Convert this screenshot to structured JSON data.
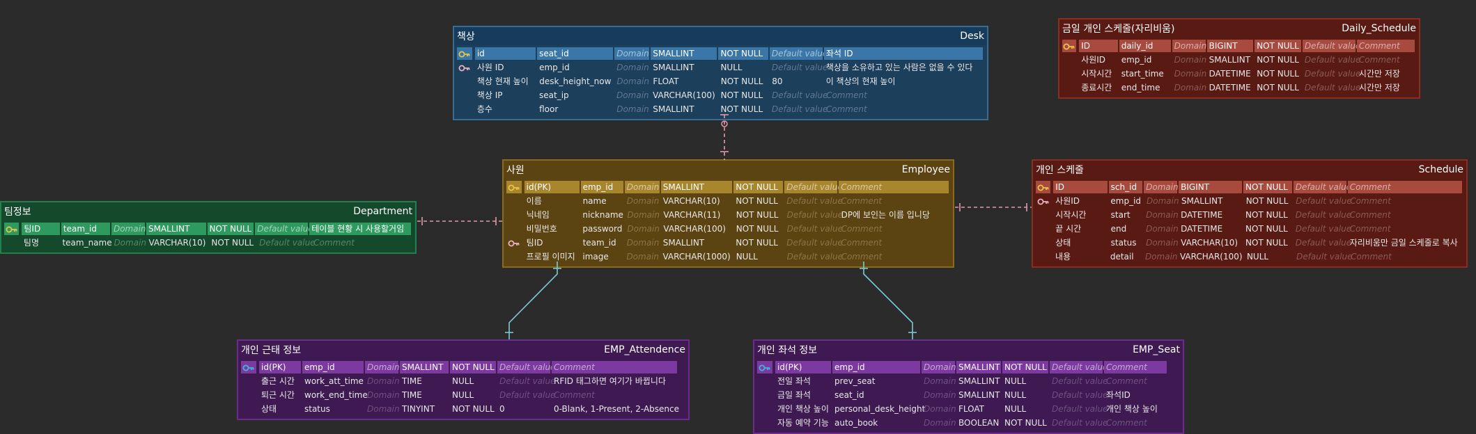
{
  "colors": {
    "background": "#2b2b2b",
    "relation_dashed": "#e29aa8",
    "relation_solid": "#7ccbd6"
  },
  "entities": [
    {
      "id": "desk",
      "ko_name": "책상",
      "en_name": "Desk",
      "theme": {
        "bg": "#1c3f5c",
        "border": "#3a6d93",
        "header": "#173b5a",
        "pkrow": "#3a77a8",
        "text": "#e8e8e8",
        "placeholder": "#5e7892"
      },
      "columns": [
        {
          "key": "pk",
          "ko": "id",
          "name": "seat_id",
          "domain": "Domain",
          "type": "SMALLINT",
          "null": "NOT NULL",
          "default": "Default value",
          "comment": "좌석 ID",
          "comment_ph": false
        },
        {
          "key": "fk",
          "ko": "사원 ID",
          "name": "emp_id",
          "domain": "Domain",
          "type": "SMALLINT",
          "null": "NULL",
          "default": "Default value",
          "comment": "책상을 소유하고 있는 사람은 없을 수 있다",
          "comment_ph": false
        },
        {
          "key": "",
          "ko": "책상 현재 높이",
          "name": "desk_height_now",
          "domain": "Domain",
          "type": "FLOAT",
          "null": "NOT NULL",
          "default": "80",
          "comment": "이 책상의 현재 높이",
          "comment_ph": false,
          "default_real": true
        },
        {
          "key": "",
          "ko": "책상 IP",
          "name": "seat_ip",
          "domain": "Domain",
          "type": "VARCHAR(100)",
          "null": "NOT NULL",
          "default": "Default value",
          "comment": "Comment",
          "comment_ph": true
        },
        {
          "key": "",
          "ko": "층수",
          "name": "floor",
          "domain": "Domain",
          "type": "SMALLINT",
          "null": "NOT NULL",
          "default": "Default value",
          "comment": "Comment",
          "comment_ph": true
        }
      ]
    },
    {
      "id": "daily_schedule",
      "ko_name": "금일 개인 스케줄(자리비움)",
      "en_name": "Daily_Schedule",
      "theme": {
        "bg": "#5a1a14",
        "border": "#8a2c22",
        "header": "#5a1a14",
        "pkrow": "#a84a3e",
        "text": "#e8e8e8",
        "placeholder": "#8a5a52"
      },
      "columns": [
        {
          "key": "pk",
          "ko": "ID",
          "name": "daily_id",
          "domain": "Domain",
          "type": "BIGINT",
          "null": "NOT NULL",
          "default": "Default value",
          "comment": "Comment",
          "comment_ph": true
        },
        {
          "key": "",
          "ko": "사원ID",
          "name": "emp_id",
          "domain": "Domain",
          "type": "SMALLINT",
          "null": "NOT NULL",
          "default": "Default value",
          "comment": "Comment",
          "comment_ph": true
        },
        {
          "key": "",
          "ko": "시작시간",
          "name": "start_time",
          "domain": "Domain",
          "type": "DATETIME",
          "null": "NOT NULL",
          "default": "Default value",
          "comment": "시간만 저장",
          "comment_ph": false
        },
        {
          "key": "",
          "ko": "종료시간",
          "name": "end_time",
          "domain": "Domain",
          "type": "DATETIME",
          "null": "NOT NULL",
          "default": "Default value",
          "comment": "시간만 저장",
          "comment_ph": false
        }
      ]
    },
    {
      "id": "employee",
      "ko_name": "사원",
      "en_name": "Employee",
      "theme": {
        "bg": "#5c4412",
        "border": "#8c6a1c",
        "header": "#5c4412",
        "pkrow": "#a8862e",
        "text": "#e8e8e8",
        "placeholder": "#8a7448"
      },
      "columns": [
        {
          "key": "pk",
          "ko": "id(PK)",
          "name": "emp_id",
          "domain": "Domain",
          "type": "SMALLINT",
          "null": "NOT NULL",
          "default": "Default value",
          "comment": "Comment",
          "comment_ph": true
        },
        {
          "key": "",
          "ko": "이름",
          "name": "name",
          "domain": "Domain",
          "type": "VARCHAR(10)",
          "null": "NOT NULL",
          "default": "Default value",
          "comment": "Comment",
          "comment_ph": true
        },
        {
          "key": "",
          "ko": "닉네임",
          "name": "nickname",
          "domain": "Domain",
          "type": "VARCHAR(11)",
          "null": "NOT NULL",
          "default": "Default value",
          "comment": "DP에 보인는 이름 입니당",
          "comment_ph": false
        },
        {
          "key": "",
          "ko": "비밀번호",
          "name": "password",
          "domain": "Domain",
          "type": "VARCHAR(100)",
          "null": "NOT NULL",
          "default": "Default value",
          "comment": "Comment",
          "comment_ph": true
        },
        {
          "key": "fk",
          "ko": "팀ID",
          "name": "team_id",
          "domain": "Domain",
          "type": "SMALLINT",
          "null": "NOT NULL",
          "default": "Default value",
          "comment": "Comment",
          "comment_ph": true
        },
        {
          "key": "",
          "ko": "프로필 이미지",
          "name": "image",
          "domain": "Domain",
          "type": "VARCHAR(1000)",
          "null": "NULL",
          "default": "Default value",
          "comment": "Comment",
          "comment_ph": true
        }
      ]
    },
    {
      "id": "schedule",
      "ko_name": "개인 스케줄",
      "en_name": "Schedule",
      "theme": {
        "bg": "#5a1a14",
        "border": "#8a2c22",
        "header": "#5a1a14",
        "pkrow": "#a84a3e",
        "text": "#e8e8e8",
        "placeholder": "#8a5a52"
      },
      "columns": [
        {
          "key": "pk",
          "ko": "ID",
          "name": "sch_id",
          "domain": "Domain",
          "type": "BIGINT",
          "null": "NOT NULL",
          "default": "Default value",
          "comment": "Comment",
          "comment_ph": true
        },
        {
          "key": "fk",
          "ko": "사원ID",
          "name": "emp_id",
          "domain": "Domain",
          "type": "SMALLINT",
          "null": "NOT NULL",
          "default": "Default value",
          "comment": "Comment",
          "comment_ph": true
        },
        {
          "key": "",
          "ko": "시작시간",
          "name": "start",
          "domain": "Domain",
          "type": "DATETIME",
          "null": "NOT NULL",
          "default": "Default value",
          "comment": "Comment",
          "comment_ph": true
        },
        {
          "key": "",
          "ko": "끝 시간",
          "name": "end",
          "domain": "Domain",
          "type": "DATETIME",
          "null": "NOT NULL",
          "default": "Default value",
          "comment": "Comment",
          "comment_ph": true
        },
        {
          "key": "",
          "ko": "상태",
          "name": "status",
          "domain": "Domain",
          "type": "VARCHAR(10)",
          "null": "NOT NULL",
          "default": "Default value",
          "comment": "자리비움만 금일 스케줄로 복사",
          "comment_ph": false
        },
        {
          "key": "",
          "ko": "내용",
          "name": "detail",
          "domain": "Domain",
          "type": "VARCHAR(100)",
          "null": "NULL",
          "default": "Default value",
          "comment": "Comment",
          "comment_ph": true
        }
      ]
    },
    {
      "id": "department",
      "ko_name": "팀정보",
      "en_name": "Department",
      "theme": {
        "bg": "#14492c",
        "border": "#23804c",
        "header": "#14492c",
        "pkrow": "#2e9a5e",
        "text": "#e8e8e8",
        "placeholder": "#4f8a68"
      },
      "columns": [
        {
          "key": "pk",
          "ko": "팀ID",
          "name": "team_id",
          "domain": "Domain",
          "type": "SMALLINT",
          "null": "NOT NULL",
          "default": "Default value",
          "comment": "테이블 현황 시 사용할거임",
          "comment_ph": false
        },
        {
          "key": "",
          "ko": "팀명",
          "name": "team_name",
          "domain": "Domain",
          "type": "VARCHAR(10)",
          "null": "NOT NULL",
          "default": "Default value",
          "comment": "Comment",
          "comment_ph": true
        }
      ]
    },
    {
      "id": "emp_attendence",
      "ko_name": "개인 근태 정보",
      "en_name": "EMP_Attendence",
      "theme": {
        "bg": "#3f1a52",
        "border": "#6c2c8c",
        "header": "#3f1a52",
        "pkrow": "#7c3aa0",
        "text": "#e8e8e8",
        "placeholder": "#6e5080"
      },
      "columns": [
        {
          "key": "pk2",
          "ko": "id(PK)",
          "name": "emp_id",
          "domain": "Domain",
          "type": "SMALLINT",
          "null": "NOT NULL",
          "default": "Default value",
          "comment": "Comment",
          "comment_ph": true
        },
        {
          "key": "",
          "ko": "출근 시간",
          "name": "work_att_time",
          "domain": "Domain",
          "type": "TIME",
          "null": "NULL",
          "default": "Default value",
          "comment": "RFID 태그하면 여기가 바뀝니다",
          "comment_ph": false
        },
        {
          "key": "",
          "ko": "퇴근 시간",
          "name": "work_end_time",
          "domain": "Domain",
          "type": "TIME",
          "null": "NULL",
          "default": "Default value",
          "comment": "Comment",
          "comment_ph": true
        },
        {
          "key": "",
          "ko": "상태",
          "name": "status",
          "domain": "Domain",
          "type": "TINYINT",
          "null": "NOT NULL",
          "default": "0",
          "comment": "0-Blank, 1-Present, 2-Absence",
          "comment_ph": false,
          "default_real": true
        }
      ]
    },
    {
      "id": "emp_seat",
      "ko_name": "개인 좌석 정보",
      "en_name": "EMP_Seat",
      "theme": {
        "bg": "#3f1a52",
        "border": "#6c2c8c",
        "header": "#3f1a52",
        "pkrow": "#7c3aa0",
        "text": "#e8e8e8",
        "placeholder": "#6e5080"
      },
      "columns": [
        {
          "key": "pk2",
          "ko": "id(PK)",
          "name": "emp_id",
          "domain": "Domain",
          "type": "SMALLINT",
          "null": "NOT NULL",
          "default": "Default value",
          "comment": "Comment",
          "comment_ph": true
        },
        {
          "key": "",
          "ko": "전일 좌석",
          "name": "prev_seat",
          "domain": "Domain",
          "type": "SMALLINT",
          "null": "NULL",
          "default": "Default value",
          "comment": "Comment",
          "comment_ph": true
        },
        {
          "key": "",
          "ko": "금일 좌석",
          "name": "seat_id",
          "domain": "Domain",
          "type": "SMALLINT",
          "null": "NULL",
          "default": "Default value",
          "comment": "좌석ID",
          "comment_ph": false
        },
        {
          "key": "",
          "ko": "개인 책상 높이",
          "name": "personal_desk_height",
          "domain": "Domain",
          "type": "FLOAT",
          "null": "NULL",
          "default": "Default value",
          "comment": "개인 책상 높이",
          "comment_ph": false
        },
        {
          "key": "",
          "ko": "자동 예약 기능",
          "name": "auto_book",
          "domain": "Domain",
          "type": "BOOLEAN",
          "null": "NOT NULL",
          "default": "Default value",
          "comment": "Comment",
          "comment_ph": true
        }
      ]
    }
  ]
}
